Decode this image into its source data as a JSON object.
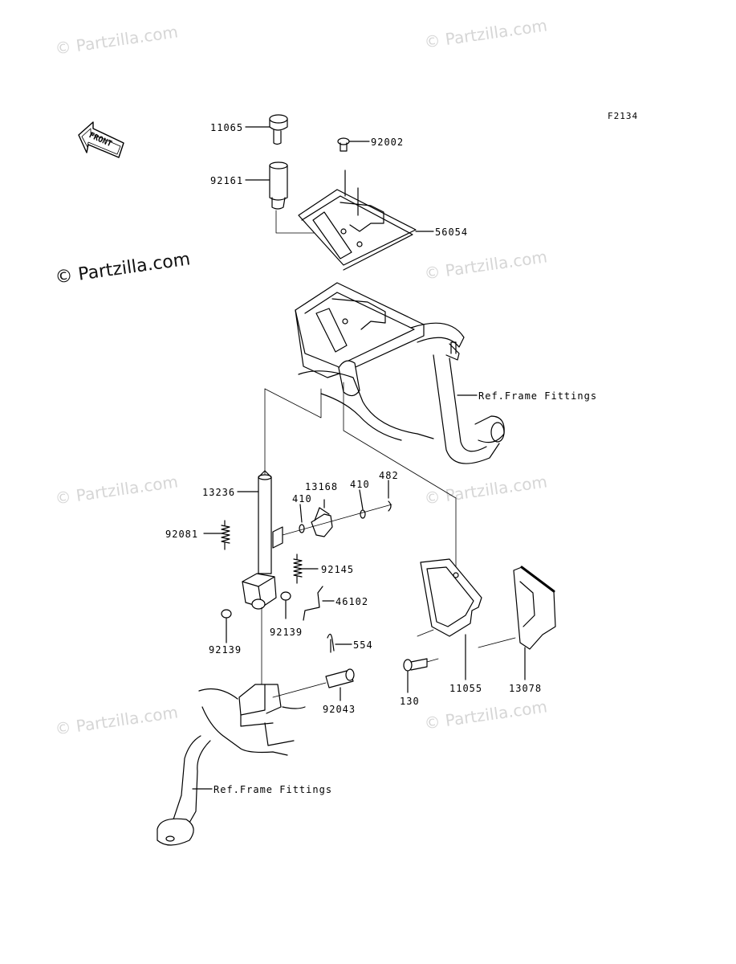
{
  "figure_code": "F2134",
  "front_label": "FRONT",
  "watermark": "© Partzilla.com",
  "part_labels": {
    "p11065": "11065",
    "p92002": "92002",
    "p92161": "92161",
    "p56054": "56054",
    "ref_frame_top": "Ref.Frame Fittings",
    "p13236": "13236",
    "p13168": "13168",
    "p410a": "410",
    "p410b": "410",
    "p482": "482",
    "p92081": "92081",
    "p92145": "92145",
    "p46102": "46102",
    "p92139a": "92139",
    "p92139b": "92139",
    "p554": "554",
    "p92043": "92043",
    "p130": "130",
    "p11055": "11055",
    "p13078": "13078",
    "ref_frame_bottom": "Ref.Frame Fittings"
  }
}
